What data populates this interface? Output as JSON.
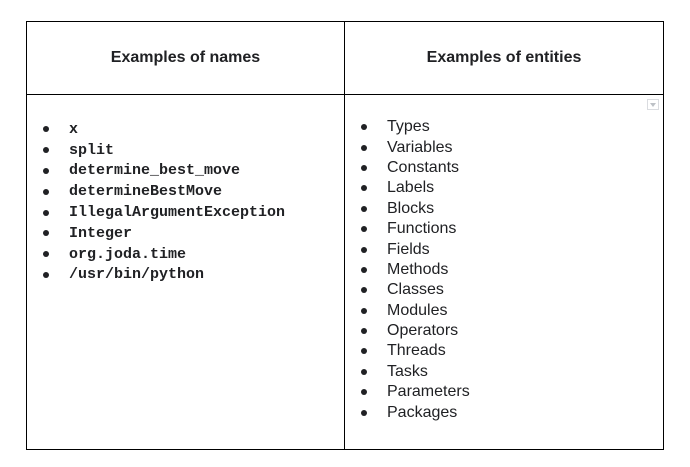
{
  "table": {
    "headers": [
      "Examples of names",
      "Examples of entities"
    ],
    "names": [
      "x",
      "split",
      "determine_best_move",
      "determineBestMove",
      "IllegalArgumentException",
      "Integer",
      "org.joda.time",
      "/usr/bin/python"
    ],
    "entities": [
      "Types",
      "Variables",
      "Constants",
      "Labels",
      "Blocks",
      "Functions",
      "Fields",
      "Methods",
      "Classes",
      "Modules",
      "Operators",
      "Threads",
      "Tasks",
      "Parameters",
      "Packages"
    ]
  },
  "icons": {
    "cell_menu": "chevron-down-icon"
  }
}
